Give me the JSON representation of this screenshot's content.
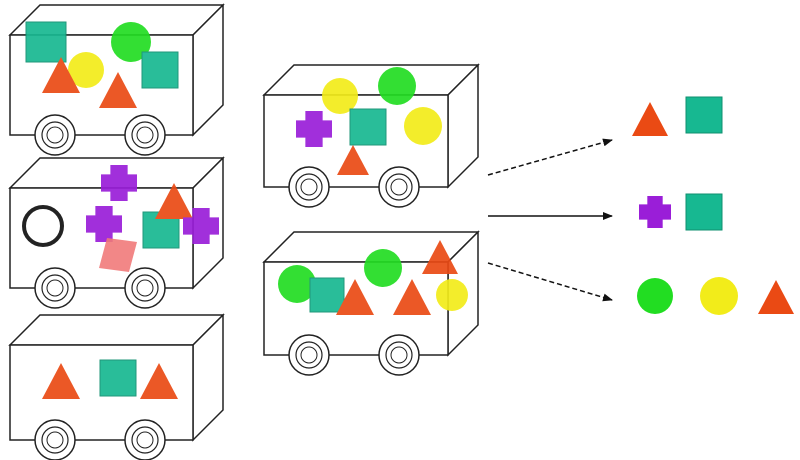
{
  "colors": {
    "teal": "#17b891",
    "green": "#22dd22",
    "yellow": "#f2ec1a",
    "red": "#ea4a14",
    "purple": "#9a1ed8",
    "pink": "#ee6e6e",
    "black": "#111111",
    "outline": "#222222"
  },
  "source_carts": [
    {
      "name": "cart-1",
      "shapes": [
        {
          "type": "square",
          "color": "teal"
        },
        {
          "type": "circle",
          "color": "green"
        },
        {
          "type": "circle",
          "color": "yellow"
        },
        {
          "type": "triangle",
          "color": "red"
        },
        {
          "type": "triangle",
          "color": "red"
        },
        {
          "type": "square",
          "color": "teal"
        }
      ]
    },
    {
      "name": "cart-2",
      "shapes": [
        {
          "type": "ring",
          "color": "black"
        },
        {
          "type": "cross",
          "color": "purple"
        },
        {
          "type": "cross",
          "color": "purple"
        },
        {
          "type": "square",
          "color": "teal"
        },
        {
          "type": "triangle",
          "color": "red"
        },
        {
          "type": "cross",
          "color": "purple"
        },
        {
          "type": "parallelogram",
          "color": "pink"
        }
      ]
    },
    {
      "name": "cart-3",
      "shapes": [
        {
          "type": "triangle",
          "color": "red"
        },
        {
          "type": "square",
          "color": "teal"
        },
        {
          "type": "triangle",
          "color": "red"
        }
      ]
    }
  ],
  "mixed_carts": [
    {
      "name": "cart-4",
      "shapes": [
        {
          "type": "circle",
          "color": "yellow"
        },
        {
          "type": "circle",
          "color": "green"
        },
        {
          "type": "cross",
          "color": "purple"
        },
        {
          "type": "square",
          "color": "teal"
        },
        {
          "type": "circle",
          "color": "yellow"
        },
        {
          "type": "triangle",
          "color": "red"
        }
      ]
    },
    {
      "name": "cart-5",
      "shapes": [
        {
          "type": "circle",
          "color": "green"
        },
        {
          "type": "circle",
          "color": "green"
        },
        {
          "type": "square",
          "color": "teal"
        },
        {
          "type": "triangle",
          "color": "red"
        },
        {
          "type": "triangle",
          "color": "red"
        },
        {
          "type": "triangle",
          "color": "red"
        },
        {
          "type": "circle",
          "color": "yellow"
        }
      ]
    }
  ],
  "output_groups": [
    {
      "name": "output-group-1",
      "shapes": [
        {
          "type": "triangle",
          "color": "red"
        },
        {
          "type": "square",
          "color": "teal"
        }
      ]
    },
    {
      "name": "output-group-2",
      "shapes": [
        {
          "type": "cross",
          "color": "purple"
        },
        {
          "type": "square",
          "color": "teal"
        }
      ]
    },
    {
      "name": "output-group-3",
      "shapes": [
        {
          "type": "circle",
          "color": "green"
        },
        {
          "type": "circle",
          "color": "yellow"
        },
        {
          "type": "triangle",
          "color": "red"
        }
      ]
    }
  ]
}
